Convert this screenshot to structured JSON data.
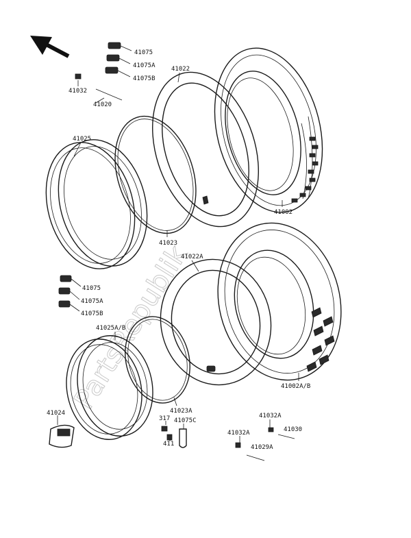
{
  "watermark": "PartsRepublik",
  "colors": {
    "line": "#1a1a1a",
    "watermark": "#c8c8c8",
    "background": "#ffffff"
  },
  "icons": {
    "front_indicator": "arrow-up-left-icon"
  },
  "labels": {
    "p41075": "41075",
    "p41075A": "41075A",
    "p41075B": "41075B",
    "p41032": "41032",
    "p41020": "41020",
    "p41022": "41022",
    "p41025": "41025",
    "p41002": "41002",
    "p41023": "41023",
    "p41022A": "41022A",
    "p41075_2": "41075",
    "p41075A_2": "41075A",
    "p41075B_2": "41075B",
    "p41025AB": "41025A/B",
    "p41002AB": "41002A/B",
    "p41024": "41024",
    "p41023A": "41023A",
    "p317": "317",
    "p411": "411",
    "p41075C": "41075C",
    "p41032A_1": "41032A",
    "p41030": "41030",
    "p41032A_2": "41032A",
    "p41029A": "41029A"
  }
}
